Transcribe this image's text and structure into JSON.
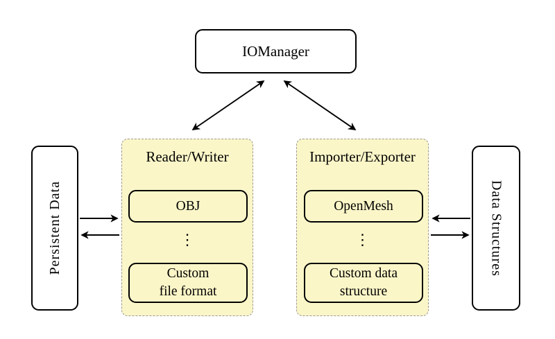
{
  "nodes": {
    "iomanager": {
      "label": "IOManager"
    },
    "persistent_data": {
      "label": "Persistent Data"
    },
    "data_structures": {
      "label": "Data Structures"
    },
    "reader_writer": {
      "title": "Reader/Writer",
      "items": [
        {
          "label": "OBJ"
        },
        {
          "label": "Custom\nfile format"
        }
      ],
      "ellipsis": "⋮"
    },
    "importer_exporter": {
      "title": "Importer/Exporter",
      "items": [
        {
          "label": "OpenMesh"
        },
        {
          "label": "Custom data\nstructure"
        }
      ],
      "ellipsis": "⋮"
    }
  },
  "colors": {
    "background": "#ffffff",
    "panel_fill": "#fbf6c8",
    "panel_border": "#999999",
    "box_border": "#000000",
    "arrow": "#000000"
  }
}
